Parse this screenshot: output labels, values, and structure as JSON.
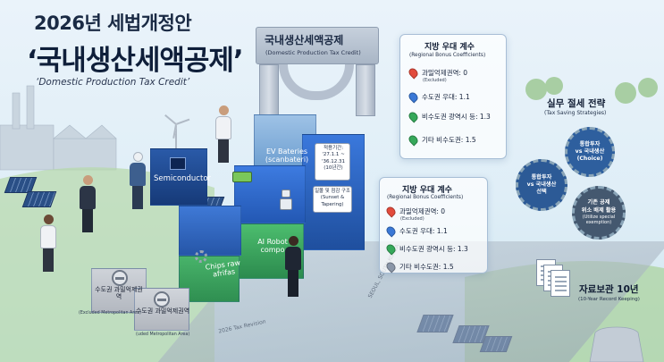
{
  "header": {
    "year_title": "2026년 세법개정안",
    "main_title": "‘국내생산세액공제’",
    "sub_title": "‘Domestic Production Tax Credit’"
  },
  "arch": {
    "title": "국내생산세액공제",
    "title_en": "(Domestic Production Tax Credit)"
  },
  "sectors": {
    "semiconductor": "Semiconductor",
    "ev": "EV Bateries (scanbateri)",
    "chips": "Chips raw afrifas",
    "ai": "AI Robot compo"
  },
  "excluded": {
    "label1": "수도권 과밀억제권역",
    "label2": "수도권 과밀억제권역",
    "en1": "(Excluded Metropolitan Area)",
    "en2": "(uded Metropolitan Area)"
  },
  "period": {
    "label": "적용기간:",
    "range": "'27.1.1 ~ '36.12.31",
    "years": "(10년간)"
  },
  "sunset": {
    "label": "일몰 및 점감 구조",
    "label_en": "(Sunset & Tapering)"
  },
  "road": {
    "text1": "2026 Tax Revision",
    "text2": "SEOUL, SOUTH KOREA"
  },
  "bonus_card_top": {
    "title": "지방 우대 계수",
    "subtitle": "(Regional Bonus Coefficients)",
    "items": [
      {
        "label": "과밀억제권역: 0",
        "note": "(Excluded)",
        "color": "red"
      },
      {
        "label": "수도권 우대: 1.1",
        "note": "",
        "color": "blue"
      },
      {
        "label": "비수도권 광역시 등: 1.3",
        "note": "",
        "color": "green"
      },
      {
        "label": "기타 비수도권: 1.5",
        "note": "",
        "color": "green"
      }
    ]
  },
  "bonus_card_bottom": {
    "title": "지방 우대 계수",
    "subtitle": "(Regional Bonus Coefficients)",
    "items": [
      {
        "label": "과밀억제권역: 0",
        "note": "(Excluded)",
        "color": "red"
      },
      {
        "label": "수도권 우대: 1.1",
        "note": "",
        "color": "blue"
      },
      {
        "label": "비수도권 광역시 등: 1.3",
        "note": "",
        "color": "green"
      },
      {
        "label": "기타 비수도권: 1.5",
        "note": "",
        "color": "gray"
      }
    ]
  },
  "strategy": {
    "title": "실무 절세 전략",
    "subtitle": "(Tax Saving Strategies)",
    "gears": [
      {
        "line1": "통합투자",
        "line2": "vs 국내생산",
        "line3": "(Choice)"
      },
      {
        "line1": "통합투자",
        "line2": "vs 국내생산",
        "line3": "선택"
      },
      {
        "line1": "기존 공제",
        "line2": "위소 배제 활용",
        "line3": "(Utilize special exemption)"
      }
    ]
  },
  "records": {
    "title": "자료보관 10년",
    "subtitle": "(10-Year Record Keeping)"
  },
  "colors": {
    "navy": "#163a78",
    "blue": "#2a64c2",
    "green": "#2f8f51",
    "gray": "#b3b8c0",
    "accent_red": "#e24b3c"
  }
}
